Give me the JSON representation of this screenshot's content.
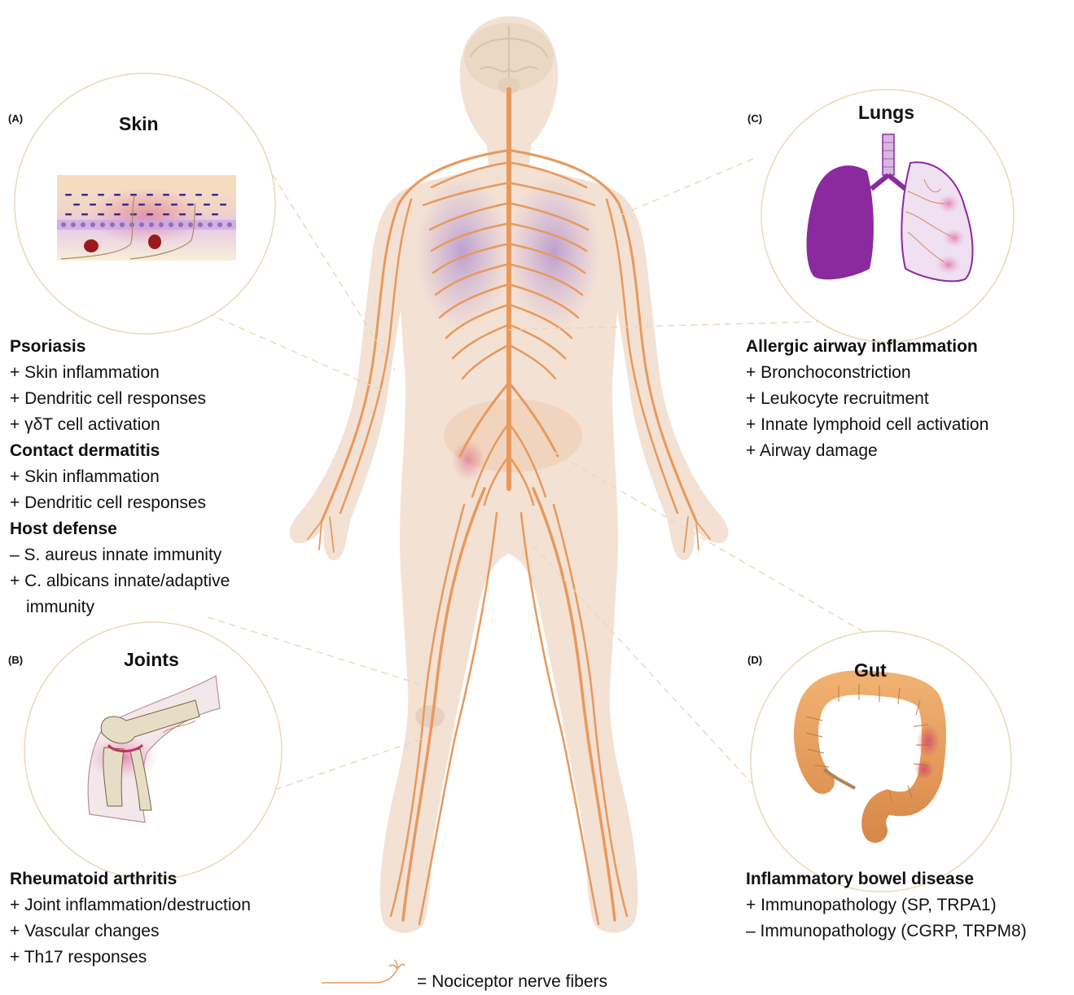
{
  "panels": {
    "skin": {
      "letter": "(A)",
      "title": "Skin",
      "blocks": [
        {
          "heading": "Psoriasis",
          "lines": [
            "+ Skin inflammation",
            "+ Dendritic cell responses",
            "+ γδT cell activation"
          ]
        },
        {
          "heading": "Contact dermatitis",
          "lines": [
            "+ Skin inflammation",
            "+ Dendritic cell responses"
          ]
        },
        {
          "heading": "Host defense",
          "lines": [
            "– S. aureus innate immunity",
            "+ C. albicans innate/adaptive",
            "immunity"
          ]
        }
      ]
    },
    "joints": {
      "letter": "(B)",
      "title": "Joints",
      "blocks": [
        {
          "heading": "Rheumatoid arthritis",
          "lines": [
            "+ Joint inflammation/destruction",
            "+ Vascular changes",
            "+ Th17 responses"
          ]
        }
      ]
    },
    "lungs": {
      "letter": "(C)",
      "title": "Lungs",
      "blocks": [
        {
          "heading": "Allergic airway inflammation",
          "lines": [
            "+ Bronchoconstriction",
            "+ Leukocyte recruitment",
            "+ Innate lymphoid cell activation",
            "+ Airway damage"
          ]
        }
      ]
    },
    "gut": {
      "letter": "(D)",
      "title": "Gut",
      "blocks": [
        {
          "heading": "Inflammatory bowel disease",
          "lines": [
            "+ Immunopathology (SP, TRPA1)",
            "– Immunopathology (CGRP, TRPM8)"
          ]
        }
      ]
    }
  },
  "legend": {
    "label": "= Nociceptor nerve fibers"
  },
  "colors": {
    "body": "#f3e1d4",
    "nerve": "#e8995c",
    "lung_purple": "#8a2a9e",
    "inflammation": "#d2406a",
    "circle_outline": "#e9d8b8"
  }
}
